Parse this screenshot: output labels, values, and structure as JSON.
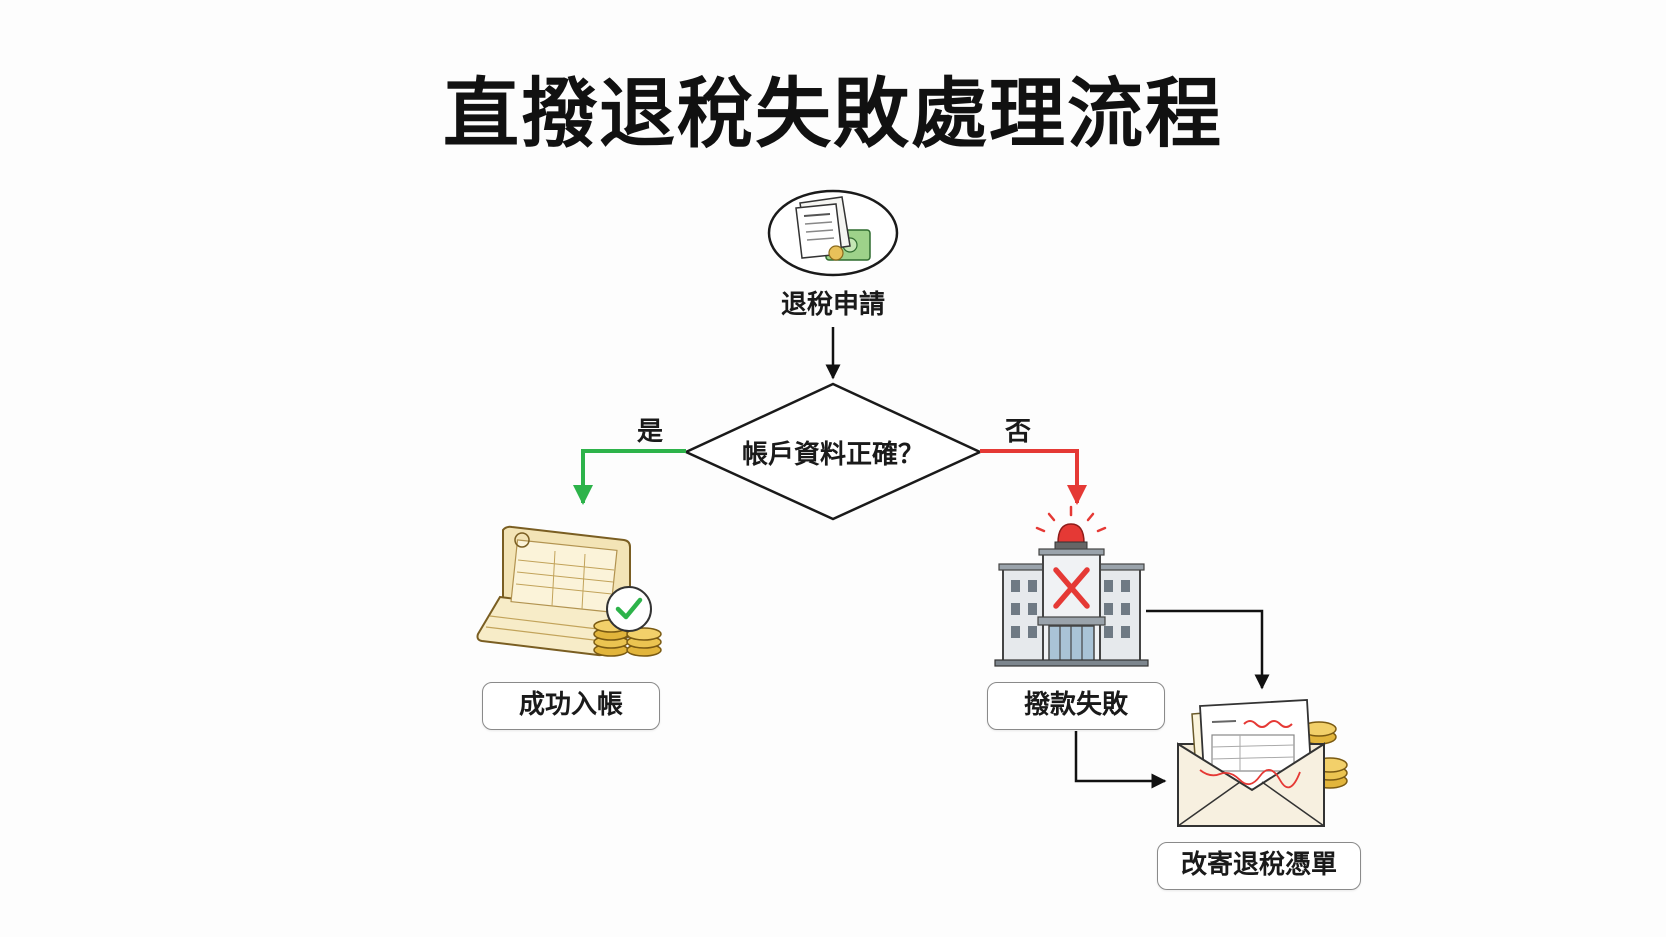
{
  "title": "直撥退稅失敗處理流程",
  "nodes": {
    "start": {
      "label": "退稅申請",
      "icon": "tax-document-money-icon"
    },
    "decision": {
      "label": "帳戶資料正確？"
    },
    "success": {
      "label": "成功入帳",
      "icon": "passbook-coins-check-icon"
    },
    "failure": {
      "label": "撥款失敗",
      "icon": "bank-alarm-x-icon"
    },
    "cheque": {
      "label": "改寄退稅憑單",
      "icon": "envelope-cheque-coins-icon"
    }
  },
  "branches": {
    "yes": "是",
    "no": "否"
  },
  "colors": {
    "yes_arrow": "#2db34a",
    "no_arrow": "#e53935",
    "flow_arrow": "#111111",
    "alarm_red": "#e53935",
    "check_green": "#2db34a"
  }
}
